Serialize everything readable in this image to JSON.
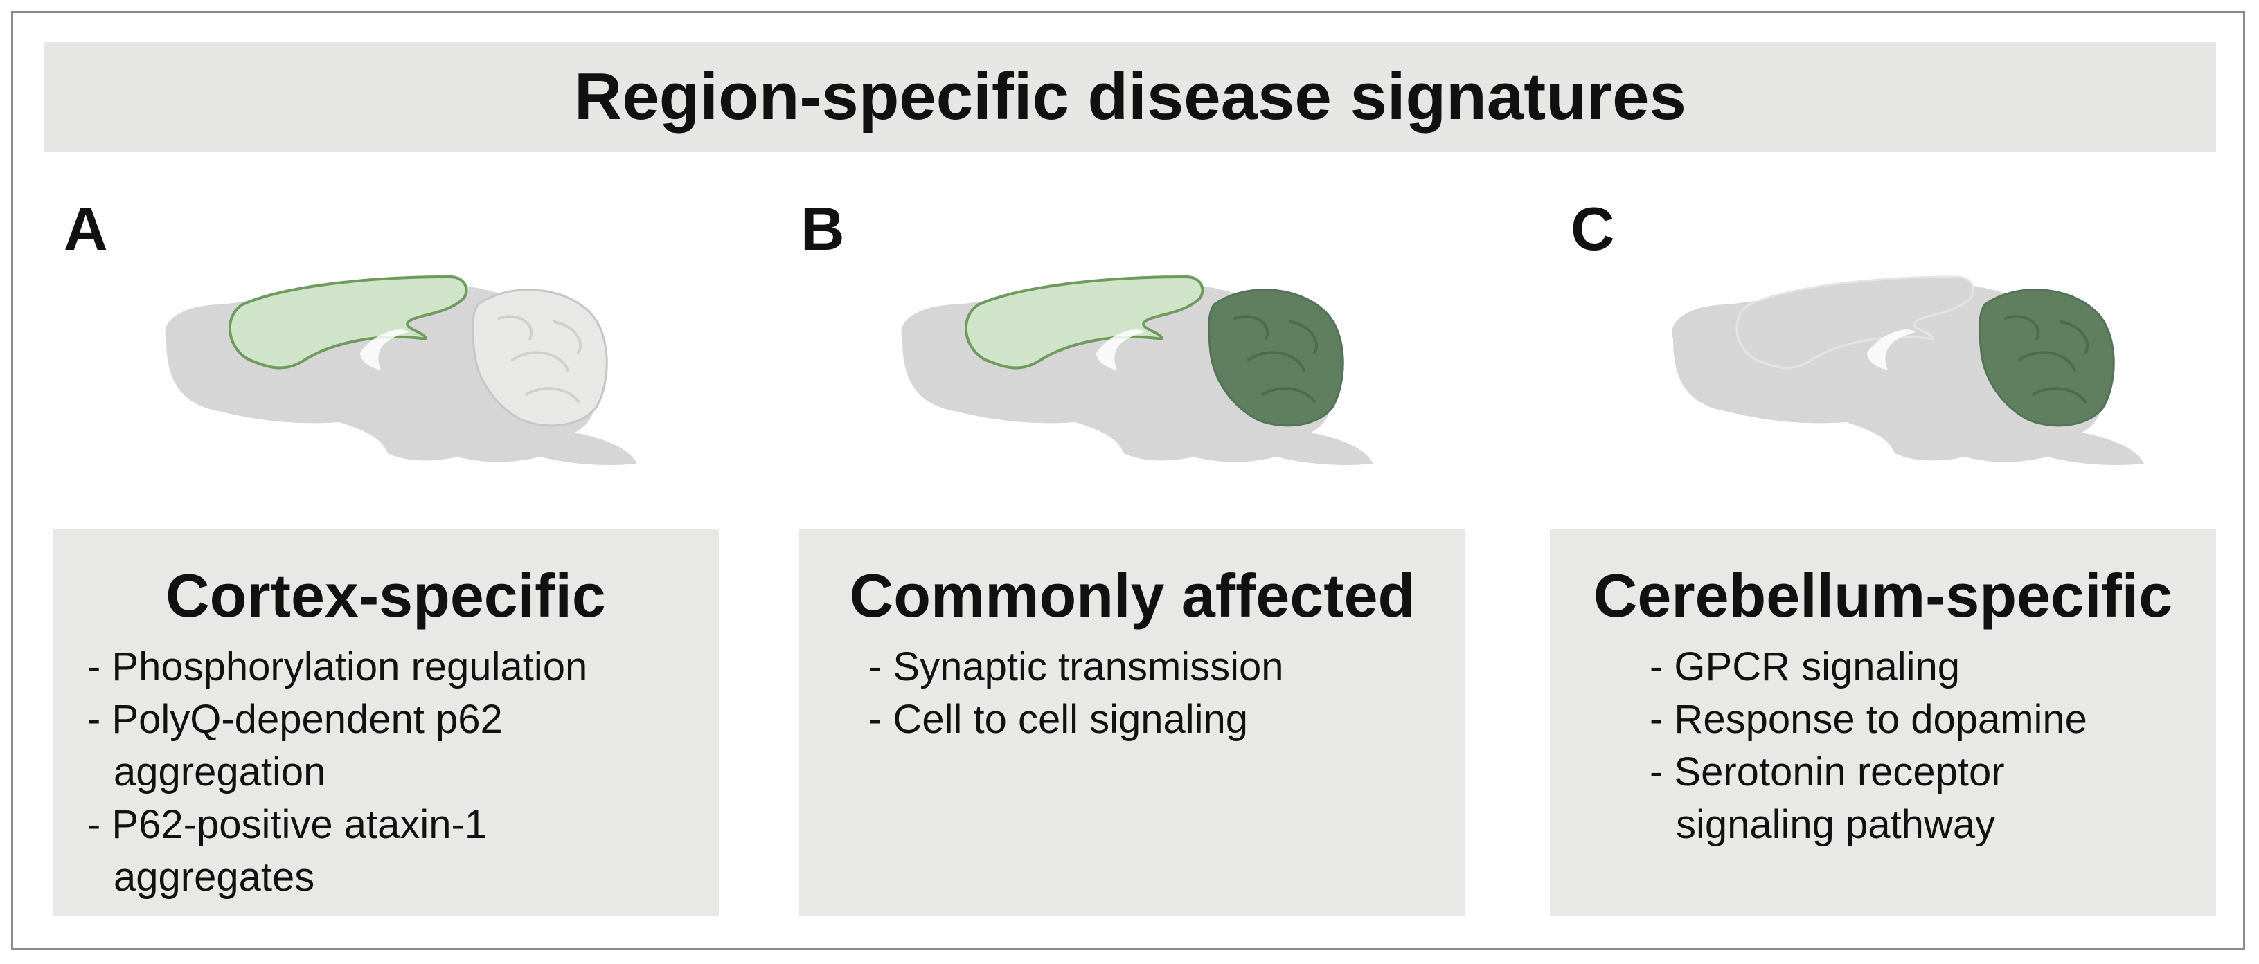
{
  "title": "Region-specific disease signatures",
  "colors": {
    "brain_gray": "#d6d6d6",
    "cortex_light_green": "#cfe4c8",
    "cortex_outline": "#6e9a5c",
    "cerebellum_dark_green": "#5f7f5e",
    "cerebellum_light": "#e8e8e6",
    "box_bg": "#e8e8e6",
    "title_bg": "#e6e6e4"
  },
  "panels": [
    {
      "letter": "A",
      "heading": "Cortex-specific",
      "highlight": "cortex",
      "items": [
        "- Phosphorylation regulation",
        "- PolyQ-dependent p62 aggregation",
        "- P62-positive ataxin-1 aggregates"
      ]
    },
    {
      "letter": "B",
      "heading": "Commonly affected",
      "highlight": "both",
      "items": [
        "- Synaptic transmission",
        "- Cell to cell signaling"
      ]
    },
    {
      "letter": "C",
      "heading": "Cerebellum-specific",
      "highlight": "cerebellum",
      "items": [
        "- GPCR signaling",
        "- Response to dopamine",
        "- Serotonin receptor signaling pathway"
      ]
    }
  ]
}
